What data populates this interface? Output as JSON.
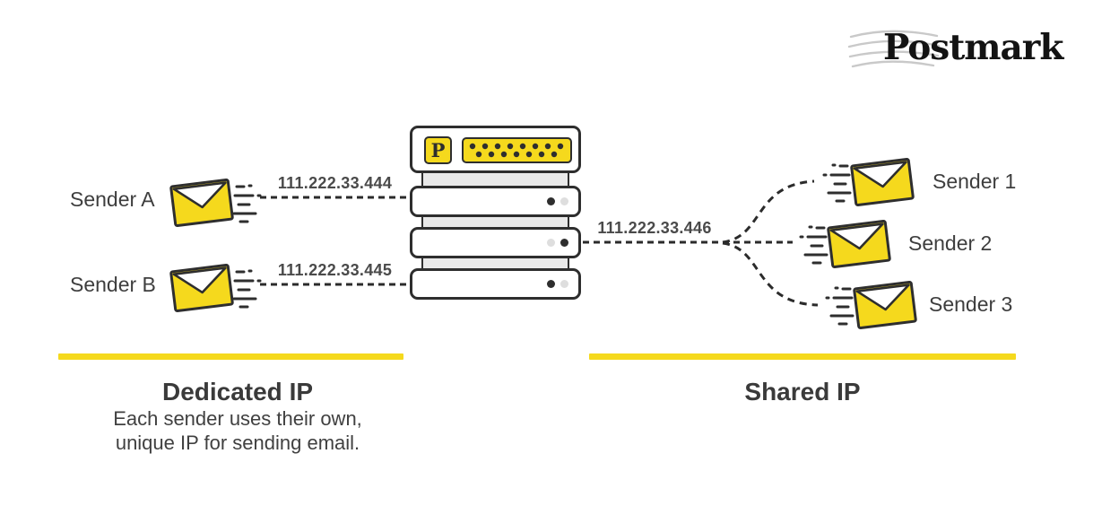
{
  "logo": {
    "text": "Postmark"
  },
  "server": {
    "badge": "P"
  },
  "dedicated": {
    "heading": "Dedicated IP",
    "desc1": "Each sender uses their own,",
    "desc2": "unique IP for sending email.",
    "senders": [
      {
        "label": "Sender A",
        "ip": "111.222.33.444"
      },
      {
        "label": "Sender B",
        "ip": "111.222.33.445"
      }
    ]
  },
  "shared": {
    "heading": "Shared IP",
    "ip": "111.222.33.446",
    "senders": [
      {
        "label": "Sender 1"
      },
      {
        "label": "Sender 2"
      },
      {
        "label": "Sender 3"
      }
    ]
  },
  "colors": {
    "brand_yellow": "#F5D91D",
    "outline": "#2E2E2E",
    "text_dark": "#3A3A3A"
  }
}
